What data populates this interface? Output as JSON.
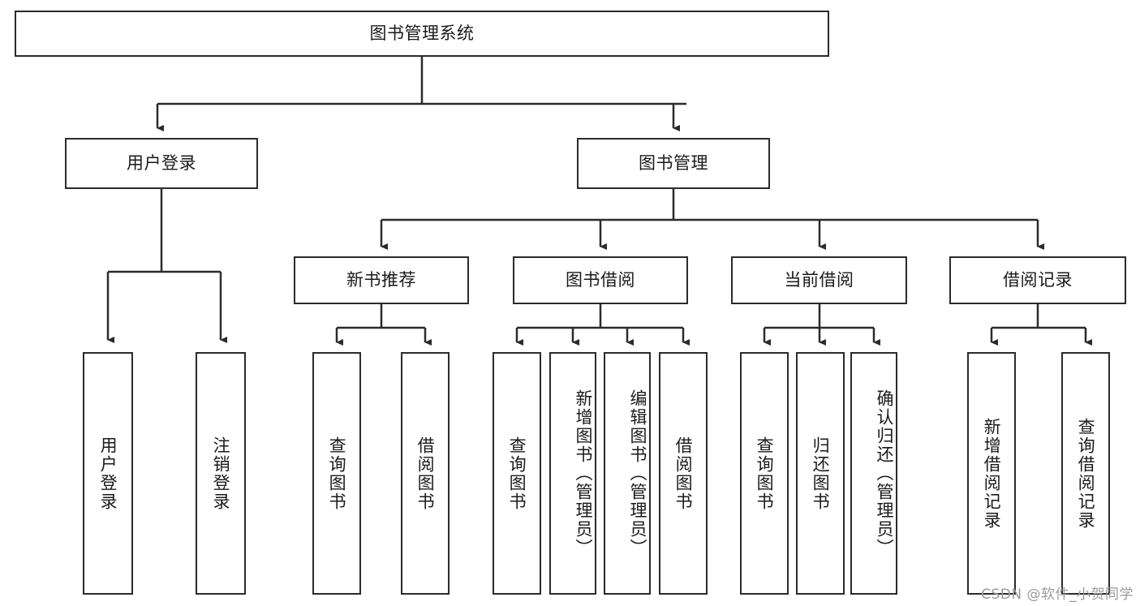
{
  "diagram": {
    "type": "hierarchy-tree",
    "title": "图书管理系统",
    "orientation": "top-down",
    "watermark": "CSDN @软件_小贺同学",
    "colors": {
      "box_border": "#2b2b2b",
      "box_fill": "#ffffff",
      "edge": "#2b2b2b",
      "text": "#1a1a1a",
      "watermark": "#9a9a9a",
      "background": "#ffffff"
    },
    "nodes": {
      "root": {
        "label": "图书管理系统"
      },
      "level1": [
        {
          "id": "user-login",
          "label": "用户登录"
        },
        {
          "id": "book-manage",
          "label": "图书管理"
        }
      ],
      "level2": [
        {
          "id": "new-book-recommend",
          "label": "新书推荐",
          "parent": "book-manage"
        },
        {
          "id": "book-borrow",
          "label": "图书借阅",
          "parent": "book-manage"
        },
        {
          "id": "current-borrow",
          "label": "当前借阅",
          "parent": "book-manage"
        },
        {
          "id": "borrow-record",
          "label": "借阅记录",
          "parent": "book-manage"
        }
      ],
      "leaves": [
        {
          "id": "leaf-user-login",
          "label": "用户登录",
          "parent": "user-login"
        },
        {
          "id": "leaf-logout",
          "label": "注销登录",
          "parent": "user-login"
        },
        {
          "id": "leaf-query-book-1",
          "label": "查询图书",
          "parent": "new-book-recommend"
        },
        {
          "id": "leaf-borrow-book-1",
          "label": "借阅图书",
          "parent": "new-book-recommend"
        },
        {
          "id": "leaf-query-book-2",
          "label": "查询图书",
          "parent": "book-borrow"
        },
        {
          "id": "leaf-add-book",
          "label": "新增图书（管理员）",
          "parent": "book-borrow"
        },
        {
          "id": "leaf-edit-book",
          "label": "编辑图书（管理员）",
          "parent": "book-borrow"
        },
        {
          "id": "leaf-borrow-book-2",
          "label": "借阅图书",
          "parent": "book-borrow"
        },
        {
          "id": "leaf-query-book-3",
          "label": "查询图书",
          "parent": "current-borrow"
        },
        {
          "id": "leaf-return-book",
          "label": "归还图书",
          "parent": "current-borrow"
        },
        {
          "id": "leaf-confirm-return",
          "label": "确认归还（管理员）",
          "parent": "current-borrow"
        },
        {
          "id": "leaf-add-record",
          "label": "新增借阅记录",
          "parent": "borrow-record"
        },
        {
          "id": "leaf-query-record",
          "label": "查询借阅记录",
          "parent": "borrow-record"
        }
      ]
    }
  }
}
